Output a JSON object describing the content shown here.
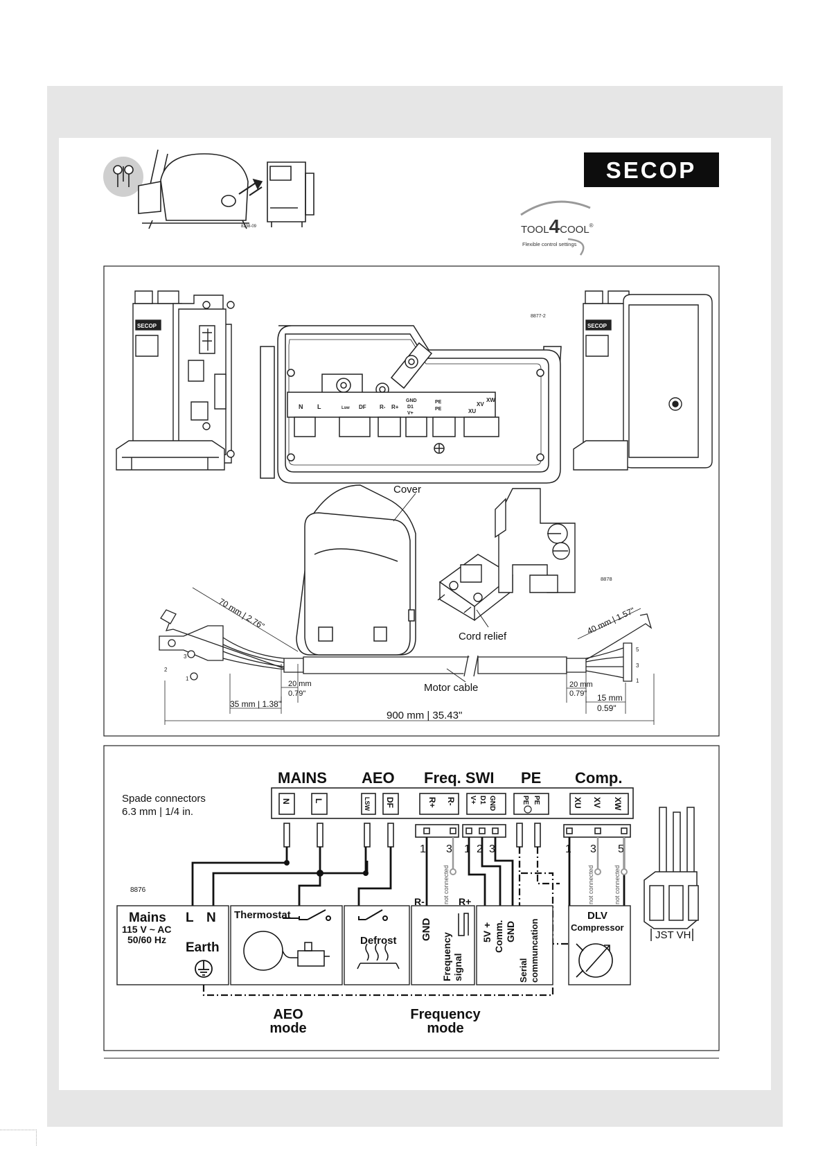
{
  "header": {
    "small_fig_code": "8238-09",
    "brand_logo": "SECOP",
    "tool_logo_pre": "TOOL",
    "tool_logo_num": "4",
    "tool_logo_post": "COOL",
    "tool_logo_reg": "®",
    "tool_tagline": "Flexible control settings"
  },
  "top_panel": {
    "fig_code": "8877-2",
    "side_label": "SECOP",
    "terminal_labels": [
      "N",
      "L",
      "Lsw",
      "DF",
      "R-",
      "R+",
      "GND",
      "D1",
      "V+",
      "PE",
      "PE",
      "XU",
      "XV",
      "XW"
    ],
    "mid_fig_code": "8878",
    "cover_label": "Cover",
    "cord_relief_label": "Cord relief",
    "motor_cable_label": "Motor cable",
    "dim_70": "70 mm | 2.76\"",
    "dim_40": "40 mm | 1.57\"",
    "dim_20_left_mm": "20 mm",
    "dim_20_left_in": "0.79\"",
    "dim_20_right_mm": "20 mm",
    "dim_20_right_in": "0.79\"",
    "dim_15_mm": "15 mm",
    "dim_15_in": "0.59\"",
    "dim_35": "35 mm | 1.38\"",
    "dim_900": "900 mm | 35.43\"",
    "plug_pins_left": [
      "3",
      "2",
      "1"
    ],
    "plug_pins_right": [
      "5",
      "3",
      "1"
    ]
  },
  "bottom_panel": {
    "headers": [
      "MAINS",
      "AEO",
      "Freq. SWI",
      "PE",
      "Comp."
    ],
    "spade_line1": "Spade connectors",
    "spade_line2": "6.3 mm | 1/4 in.",
    "strip_labels": [
      "N",
      "L",
      "LSW",
      "DF",
      "R-",
      "R+",
      "GND",
      "D1",
      "V+",
      "PE",
      "PE",
      "XU",
      "XV",
      "XW"
    ],
    "fig_code": "8876",
    "pin_freq": [
      "1",
      "3"
    ],
    "pin_swi": [
      "1",
      "2",
      "3"
    ],
    "pin_comp": [
      "1",
      "3",
      "5"
    ],
    "not_connected": "not connected",
    "rminus": "R-",
    "rplus": "R+",
    "mains_title": "Mains",
    "mains_L": "L",
    "mains_N": "N",
    "mains_voltage": "115 V ~ AC",
    "mains_freq": "50/60 Hz",
    "mains_earth": "Earth",
    "thermostat": "Thermostat",
    "defrost": "Defrost",
    "freq_gnd": "GND",
    "freq_signal_1": "Frequency",
    "freq_signal_2": "signal",
    "swi_5v": "5V +",
    "swi_comm": "Comm.",
    "swi_gnd": "GND",
    "swi_serial_1": "Serial",
    "swi_serial_2": "communcation",
    "dlv": "DLV",
    "compressor": "Compressor",
    "jst": "JST VH",
    "aeo_mode_1": "AEO",
    "aeo_mode_2": "mode",
    "freq_mode_1": "Frequency",
    "freq_mode_2": "mode"
  }
}
